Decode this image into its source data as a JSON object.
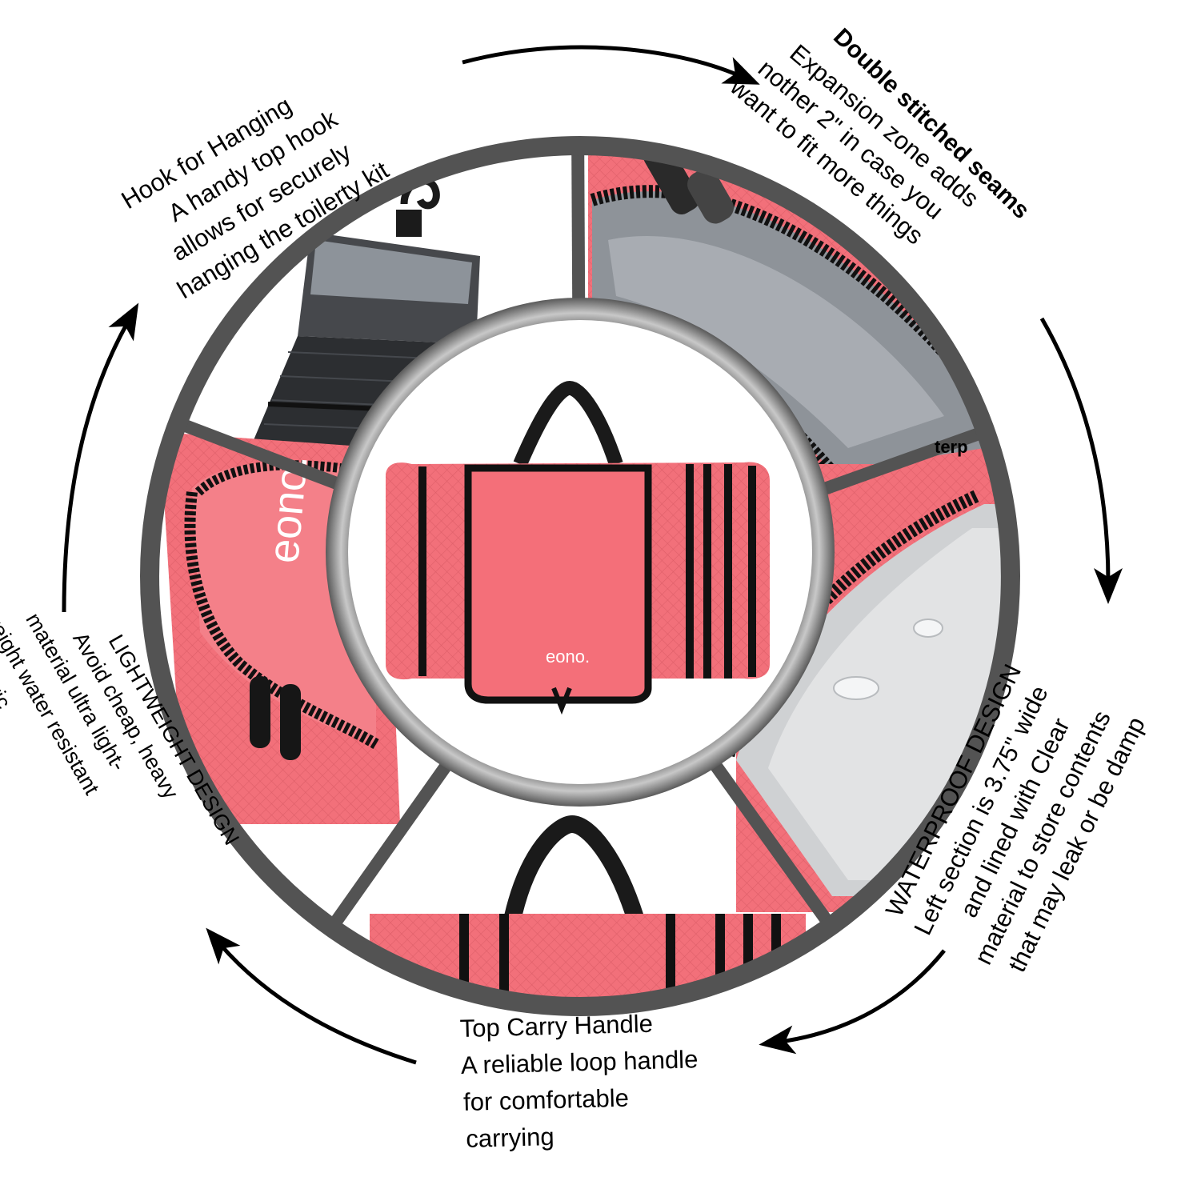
{
  "brand": {
    "logo_text": "eono."
  },
  "features": [
    {
      "id": "hook",
      "lines": [
        "Hook for Hanging",
        "A handy top hook",
        "allows  for  securely",
        "hanging the toilerty kit"
      ]
    },
    {
      "id": "seams",
      "title": "Double stitched seams",
      "lines": [
        "Expansion zone adds",
        "nother 2\"  in case you",
        "want to fit more things"
      ]
    },
    {
      "id": "waterproof",
      "lines": [
        "WATERPROOF DESIGN",
        "Left section is 3.75\"  wide",
        "and lined with Clear",
        "material  to store contents",
        "that may leak  or be damp"
      ]
    },
    {
      "id": "handle",
      "lines": [
        "Top Carry Handle",
        "A reliable loop handle",
        "for  comfortable",
        "carrying"
      ]
    },
    {
      "id": "lightweight",
      "lines": [
        "LIGHTWEIGHT DESIGN",
        "Avoid cheap, heavy",
        "material ultra light-",
        "weight water resistant",
        "nylon fabric"
      ]
    }
  ],
  "photo_fragment_text": "terp",
  "colors": {
    "ring": "#535353",
    "bag_pink": "#f2707a",
    "bag_pink_dark": "#d85a64",
    "zipper": "#111111",
    "lining_gray": "#8f959b"
  }
}
